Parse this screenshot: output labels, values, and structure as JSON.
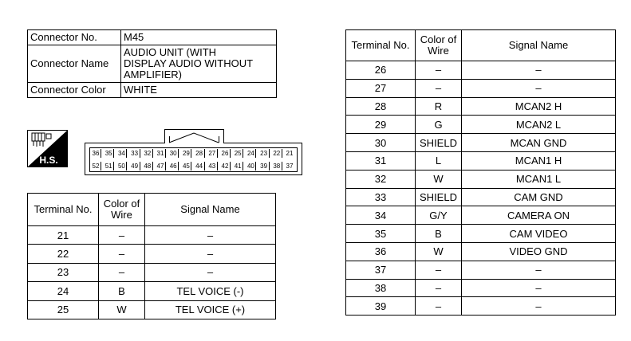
{
  "connector_info": {
    "no_label": "Connector No.",
    "no_value": "M45",
    "name_label": "Connector Name",
    "name_value": "AUDIO UNIT (WITH DISPLAY AUDIO WITHOUT AMPLIFIER)",
    "name_lines": [
      "AUDIO UNIT (WITH",
      "DISPLAY AUDIO WITHOUT",
      "AMPLIFIER)"
    ],
    "color_label": "Connector Color",
    "color_value": "WHITE"
  },
  "hs_symbol": {
    "label": "H.S."
  },
  "connector_face": {
    "top_row": [
      "36",
      "35",
      "34",
      "33",
      "32",
      "31",
      "30",
      "29",
      "28",
      "27",
      "26",
      "25",
      "24",
      "23",
      "22",
      "21"
    ],
    "bottom_row": [
      "52",
      "51",
      "50",
      "49",
      "48",
      "47",
      "46",
      "45",
      "44",
      "43",
      "42",
      "41",
      "40",
      "39",
      "38",
      "37"
    ]
  },
  "headers": {
    "terminal": "Terminal No.",
    "color_line1": "Color of",
    "color_line2": "Wire",
    "signal": "Signal Name"
  },
  "left_table": [
    {
      "terminal": "21",
      "color": "–",
      "signal": "–"
    },
    {
      "terminal": "22",
      "color": "–",
      "signal": "–"
    },
    {
      "terminal": "23",
      "color": "–",
      "signal": "–"
    },
    {
      "terminal": "24",
      "color": "B",
      "signal": "TEL VOICE (-)"
    },
    {
      "terminal": "25",
      "color": "W",
      "signal": "TEL VOICE (+)"
    }
  ],
  "right_table": [
    {
      "terminal": "26",
      "color": "–",
      "signal": "–"
    },
    {
      "terminal": "27",
      "color": "–",
      "signal": "–"
    },
    {
      "terminal": "28",
      "color": "R",
      "signal": "MCAN2 H"
    },
    {
      "terminal": "29",
      "color": "G",
      "signal": "MCAN2 L"
    },
    {
      "terminal": "30",
      "color": "SHIELD",
      "signal": "MCAN GND"
    },
    {
      "terminal": "31",
      "color": "L",
      "signal": "MCAN1 H"
    },
    {
      "terminal": "32",
      "color": "W",
      "signal": "MCAN1 L"
    },
    {
      "terminal": "33",
      "color": "SHIELD",
      "signal": "CAM GND"
    },
    {
      "terminal": "34",
      "color": "G/Y",
      "signal": "CAMERA ON"
    },
    {
      "terminal": "35",
      "color": "B",
      "signal": "CAM VIDEO"
    },
    {
      "terminal": "36",
      "color": "W",
      "signal": "VIDEO GND"
    },
    {
      "terminal": "37",
      "color": "–",
      "signal": "–"
    },
    {
      "terminal": "38",
      "color": "–",
      "signal": "–"
    },
    {
      "terminal": "39",
      "color": "–",
      "signal": "–"
    }
  ]
}
